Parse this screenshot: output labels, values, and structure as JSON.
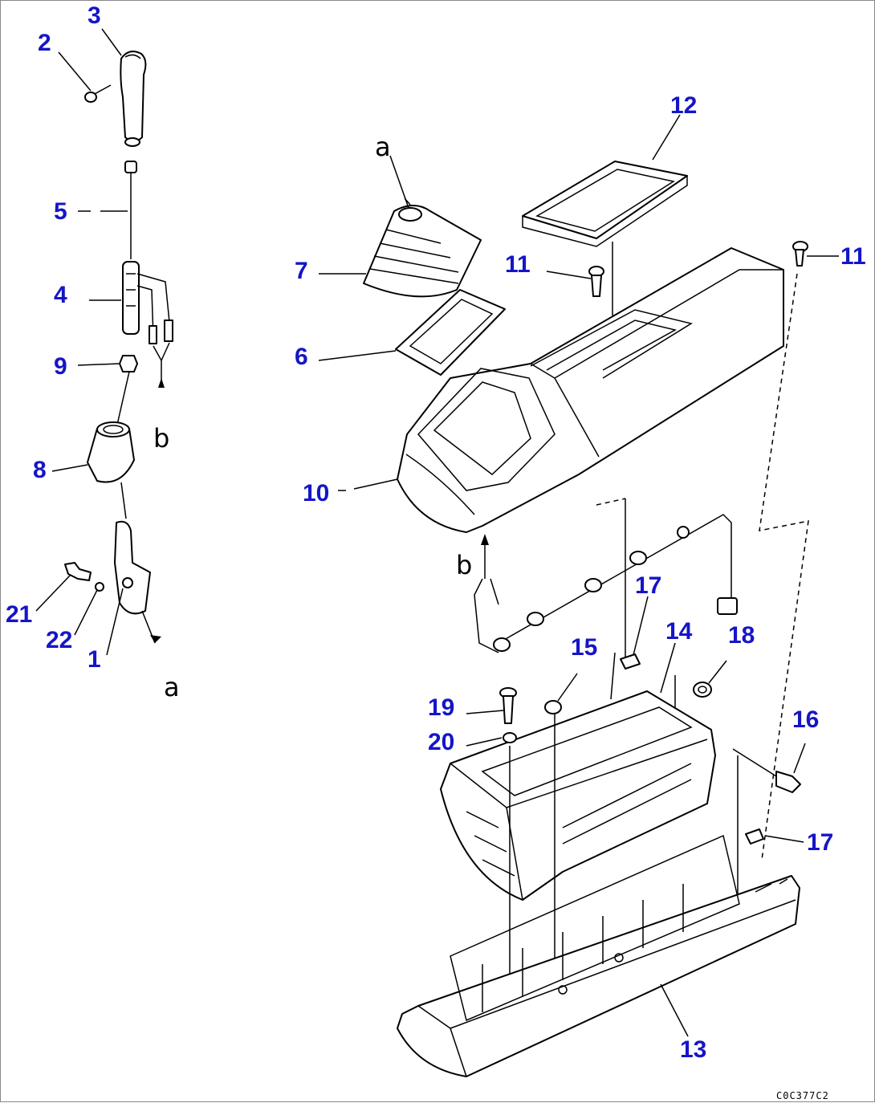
{
  "labels": {
    "p1": "1",
    "p2": "2",
    "p3": "3",
    "p4": "4",
    "p5": "5",
    "p6": "6",
    "p7": "7",
    "p8": "8",
    "p9": "9",
    "p10": "10",
    "p11a": "11",
    "p11b": "11",
    "p12": "12",
    "p13": "13",
    "p14": "14",
    "p15": "15",
    "p16": "16",
    "p17a": "17",
    "p17b": "17",
    "p18": "18",
    "p19": "19",
    "p20": "20",
    "p21": "21",
    "p22": "22"
  },
  "refs": {
    "a_top": "a",
    "a_bottom": "a",
    "b_left": "b",
    "b_center": "b"
  },
  "drawing_code": "C0C377C2",
  "colors": {
    "callout": "#1515c8",
    "line": "#000000",
    "background": "#ffffff"
  }
}
